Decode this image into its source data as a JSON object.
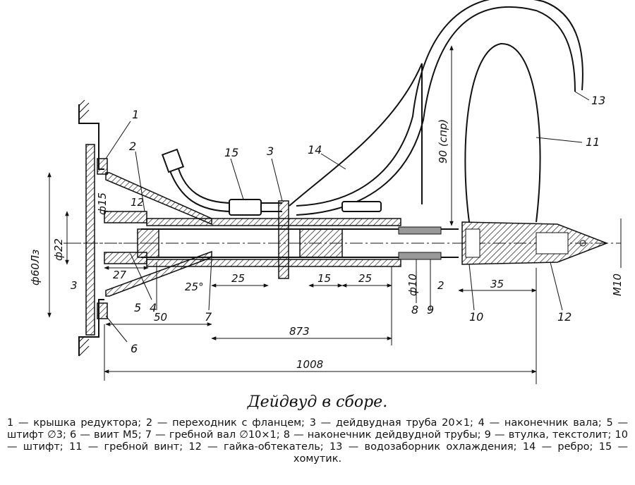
{
  "figure": {
    "title": "Дейдвуд в сборе.",
    "legend": "1 — крышка редуктора; 2 — переходник с фланцем; 3 — дейдвудная труба 20×1; 4 — наконечник вала; 5 — штифт ∅3; 6 — виит М5; 7 — гребной вал ∅10×1; 8 — наконечник дейдвудной трубы; 9 — втулка, текстолит; 10 — штифт; 11 — гребной винт; 12 — гайка-обтекатель; 13 — водозаборник охлаждения; 14 — ребро; 15 — хомутик."
  },
  "callouts": {
    "c1": "1",
    "c2": "2",
    "c3": "3",
    "c4": "4",
    "c5": "5",
    "c6": "6",
    "c7": "7",
    "c8": "8",
    "c9": "9",
    "c10": "10",
    "c11": "11",
    "c12": "12",
    "c13": "13",
    "c14": "14",
    "c15": "15"
  },
  "dimensions": {
    "d_phi60": "ф60Лз",
    "d_phi22": "ф22",
    "d_phi15": "ф15",
    "d_12": "12",
    "d_27": "27",
    "d_3": "3",
    "d_25deg": "25°",
    "d_25a": "25",
    "d_15": "15",
    "d_25b": "25",
    "d_phi10": "ф10",
    "d_2": "2",
    "d_35": "35",
    "d_50": "50",
    "d_873": "873",
    "d_1008": "1008",
    "d_90": "90 (спр)",
    "d_M10": "М10"
  }
}
